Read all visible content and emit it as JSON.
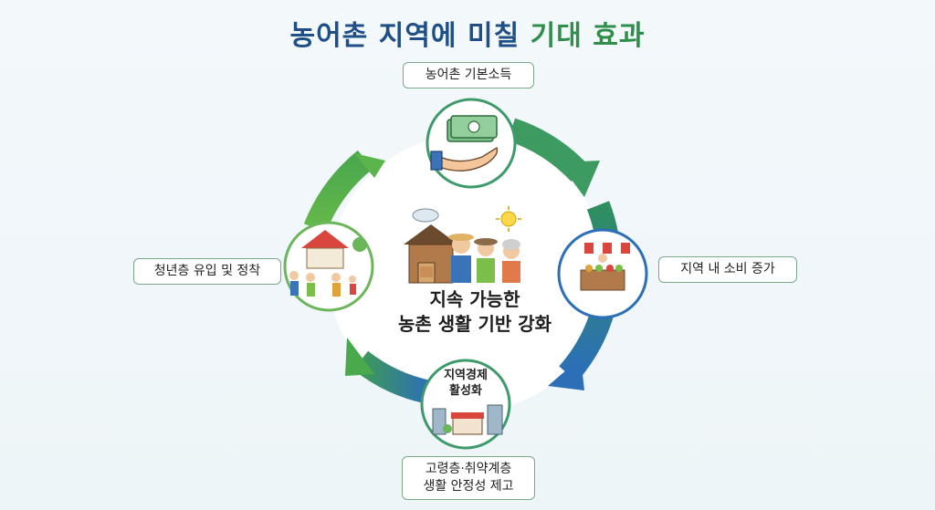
{
  "title": {
    "part1": "농어촌 지역에 미칠",
    "part2": "기대 효과"
  },
  "center": {
    "line1": "지속 가능한",
    "line2": "농촌 생활 기반 강화"
  },
  "nodes": {
    "top_label": "농어촌 기본소득",
    "right_label": "지역 내 소비 증가",
    "bottom_inner_line1": "지역경제",
    "bottom_inner_line2": "활성화",
    "bottom_label_line1": "고령층·취약계층",
    "bottom_label_line2": "생활 안정성 제고",
    "left_label": "청년층 유입 및 정착"
  },
  "icons": {
    "top": "money-hand-icon",
    "right": "market-stall-icon",
    "bottom": "shop-street-icon",
    "left": "family-house-icon",
    "center": "farm-family-icon"
  },
  "colors": {
    "title_blue": "#1f4f86",
    "title_green": "#2f8f4a",
    "arrow_green": "#4caa55",
    "arrow_blue": "#2c6fb8"
  }
}
